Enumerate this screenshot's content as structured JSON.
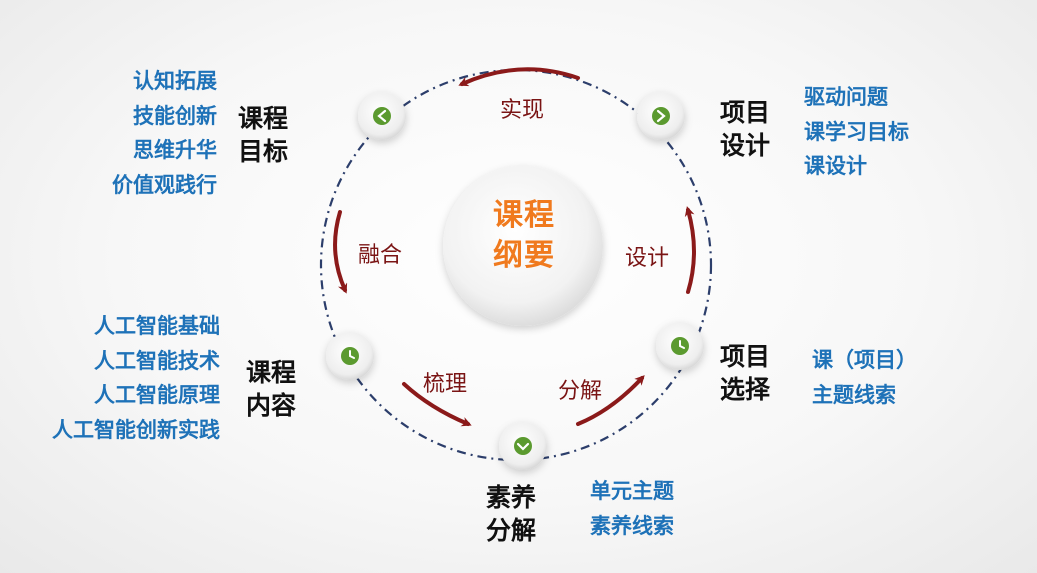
{
  "center": {
    "line1": "课程",
    "line2": "纲要"
  },
  "arrows": {
    "top": "实现",
    "left": "融合",
    "right": "设计",
    "bottom_left": "梳理",
    "bottom_right": "分解"
  },
  "nodes": {
    "course_goal": {
      "title": [
        "课程",
        "目标"
      ],
      "items": [
        "认知拓展",
        "技能创新",
        "思维升华",
        "价值观践行"
      ]
    },
    "project_design": {
      "title": [
        "项目",
        "设计"
      ],
      "items": [
        "驱动问题",
        "课学习目标",
        "课设计"
      ]
    },
    "project_select": {
      "title": [
        "项目",
        "选择"
      ],
      "items": [
        "课（项目）",
        "主题线索"
      ]
    },
    "literacy_decompose": {
      "title": [
        "素养",
        "分解"
      ],
      "items": [
        "单元主题",
        "素养线索"
      ]
    },
    "course_content": {
      "title": [
        "课程",
        "内容"
      ],
      "items": [
        "人工智能基础",
        "人工智能技术",
        "人工智能原理",
        "人工智能创新实践"
      ]
    }
  },
  "colors": {
    "label_blue": "#1e72b8",
    "arrow_red": "#8b1a1a",
    "center_orange": "#f07a1e",
    "ring_dash": "#2c3e6b",
    "node_green": "#5b9a2f"
  }
}
